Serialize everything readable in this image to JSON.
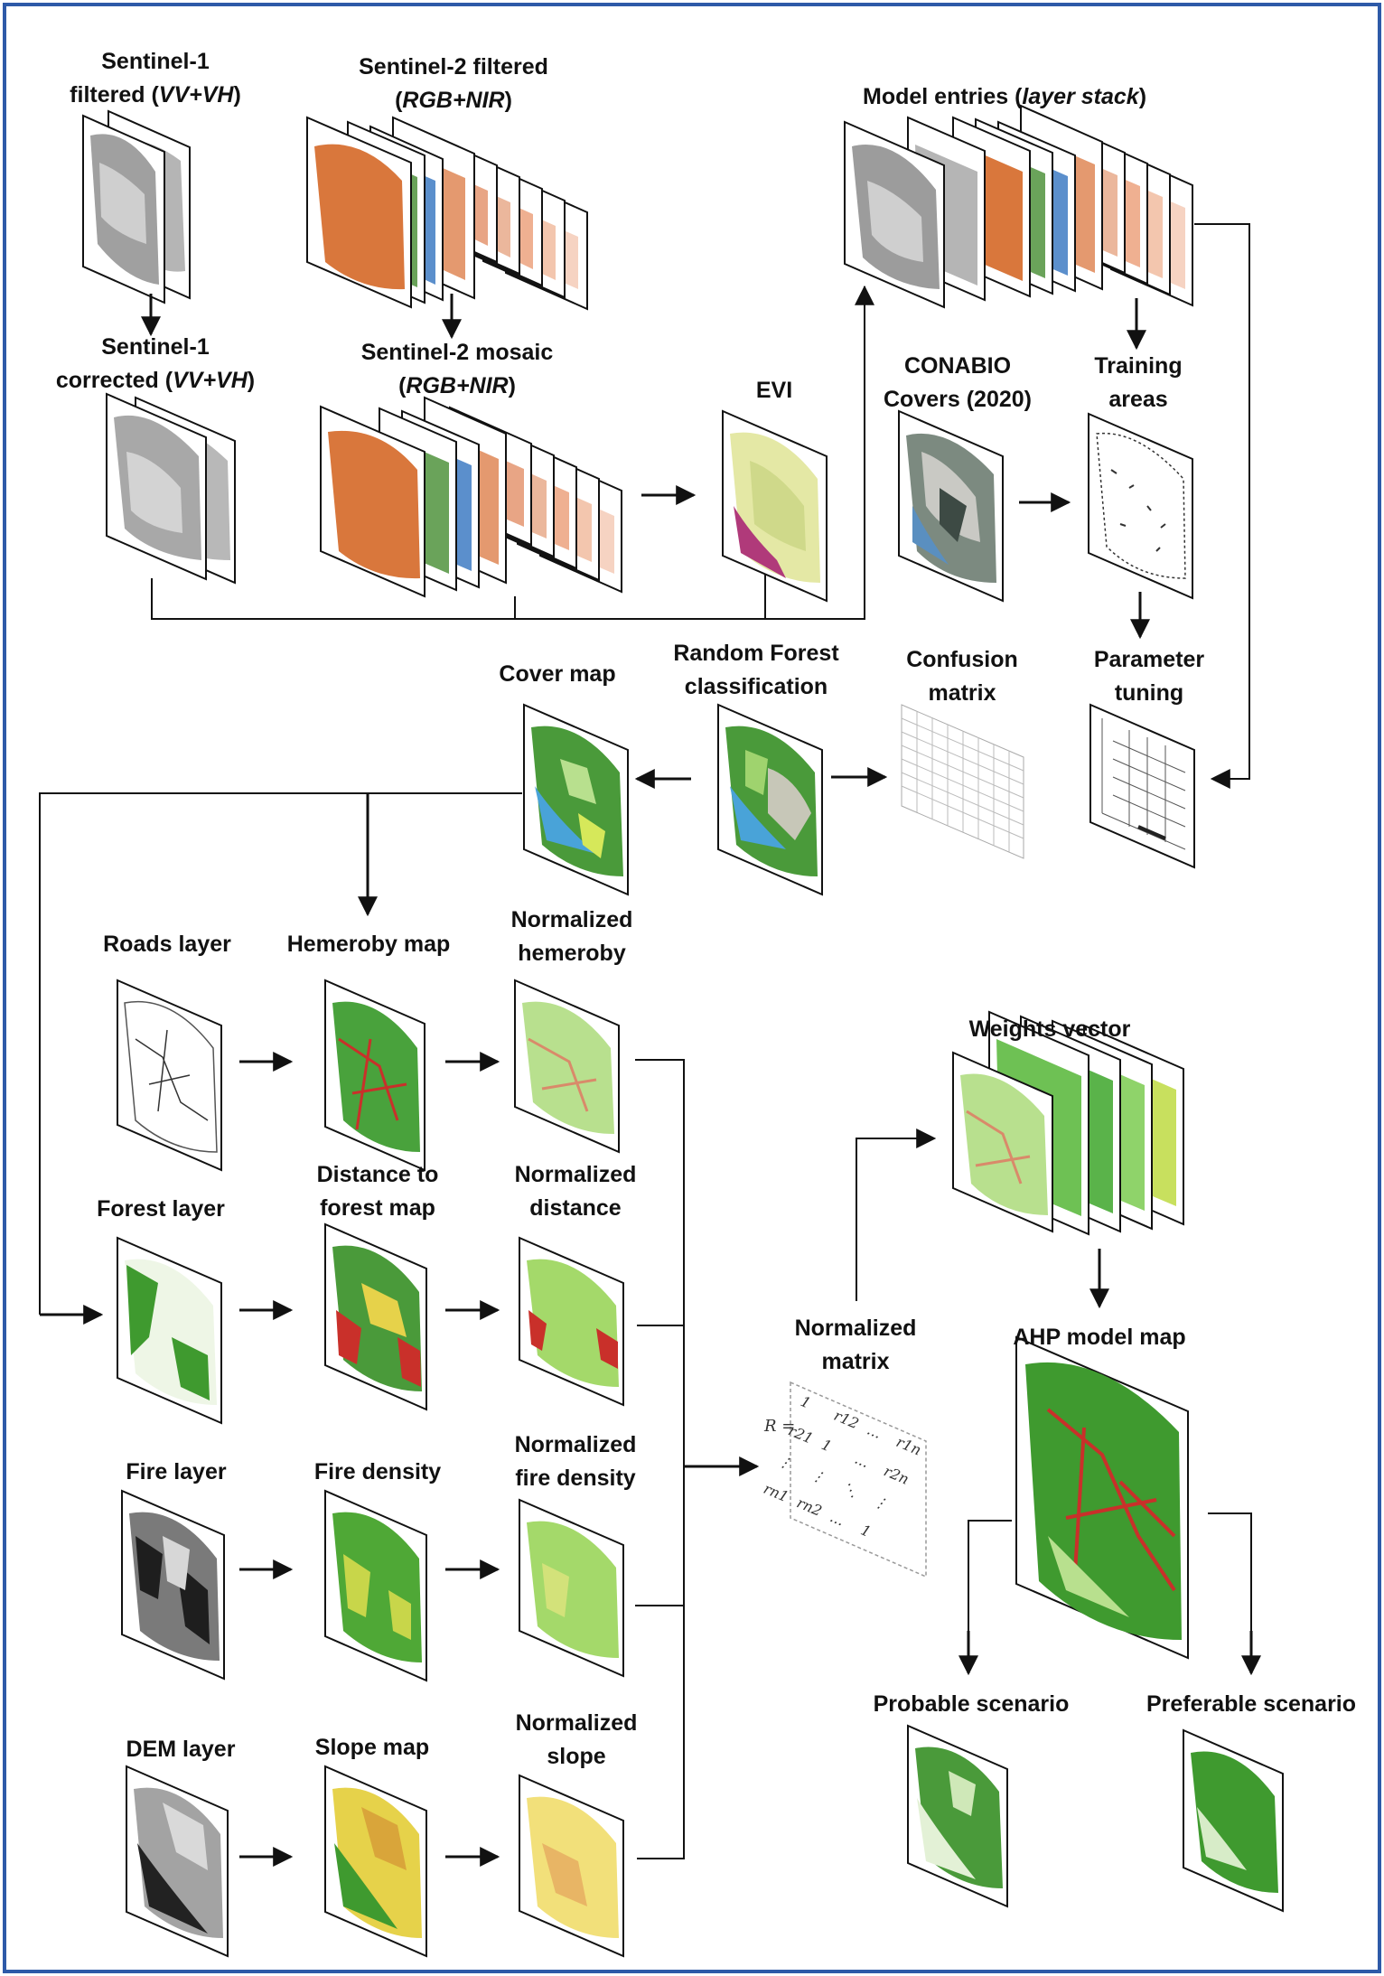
{
  "colors": {
    "border": "#2e5aa8",
    "stroke": "#111111",
    "green_dark": "#3f9a2f",
    "green_light": "#b8e08e",
    "orange": "#d9773c",
    "salmon": "#efb091",
    "blue": "#5b8fcc",
    "yellow": "#e6d24a",
    "red": "#c9302a",
    "gray": "#a8a8a8"
  },
  "nodes": {
    "s1_filtered": {
      "line1": "Sentinel-1",
      "line2_pre": "filtered (",
      "line2_italic": "VV+VH",
      "line2_post": ")"
    },
    "s2_filtered": {
      "line1": "Sentinel-2 filtered",
      "line2_pre": "(",
      "line2_italic": "RGB+NIR",
      "line2_post": ")"
    },
    "model_entries": {
      "line1_pre": "Model entries (",
      "line1_italic": "layer stack",
      "line1_post": ")"
    },
    "s1_corrected": {
      "line1": "Sentinel-1",
      "line2_pre": "corrected (",
      "line2_italic": "VV+VH",
      "line2_post": ")"
    },
    "s2_mosaic": {
      "line1": "Sentinel-2 mosaic",
      "line2_pre": "(",
      "line2_italic": "RGB+NIR",
      "line2_post": ")"
    },
    "evi": {
      "line1": "EVI"
    },
    "conabio": {
      "line1": "CONABIO",
      "line2": "Covers (2020)"
    },
    "training": {
      "line1": "Training",
      "line2": "areas"
    },
    "random_forest": {
      "line1": "Random Forest",
      "line2": "classification"
    },
    "confusion": {
      "line1": "Confusion",
      "line2": "matrix"
    },
    "parameter": {
      "line1": "Parameter",
      "line2": "tuning"
    },
    "cover_map": {
      "line1": "Cover map"
    },
    "roads": {
      "line1": "Roads layer"
    },
    "hemeroby": {
      "line1": "Hemeroby map"
    },
    "norm_hemeroby": {
      "line1": "Normalized",
      "line2": "hemeroby"
    },
    "weights": {
      "line1": "Weights vector"
    },
    "forest": {
      "line1": "Forest layer"
    },
    "dist_forest": {
      "line1": "Distance to",
      "line2": "forest map"
    },
    "norm_distance": {
      "line1": "Normalized",
      "line2": "distance"
    },
    "norm_matrix": {
      "line1": "Normalized",
      "line2": "matrix"
    },
    "ahp": {
      "line1": "AHP model map"
    },
    "fire_layer": {
      "line1": "Fire layer"
    },
    "fire_density": {
      "line1": "Fire density"
    },
    "norm_fire": {
      "line1": "Normalized",
      "line2": "fire density"
    },
    "dem": {
      "line1": "DEM layer"
    },
    "slope": {
      "line1": "Slope map"
    },
    "norm_slope": {
      "line1": "Normalized",
      "line2": "slope"
    },
    "probable": {
      "line1": "Probable scenario"
    },
    "preferable": {
      "line1": "Preferable scenario"
    }
  },
  "matrix": {
    "r_label": "R =",
    "entries": [
      "1",
      "r12",
      "...",
      "r1n",
      "r21",
      "1",
      "...",
      "r2n",
      "⋮",
      "⋮",
      "⋱",
      "⋮",
      "rn1",
      "rn2",
      "...",
      "1"
    ]
  }
}
